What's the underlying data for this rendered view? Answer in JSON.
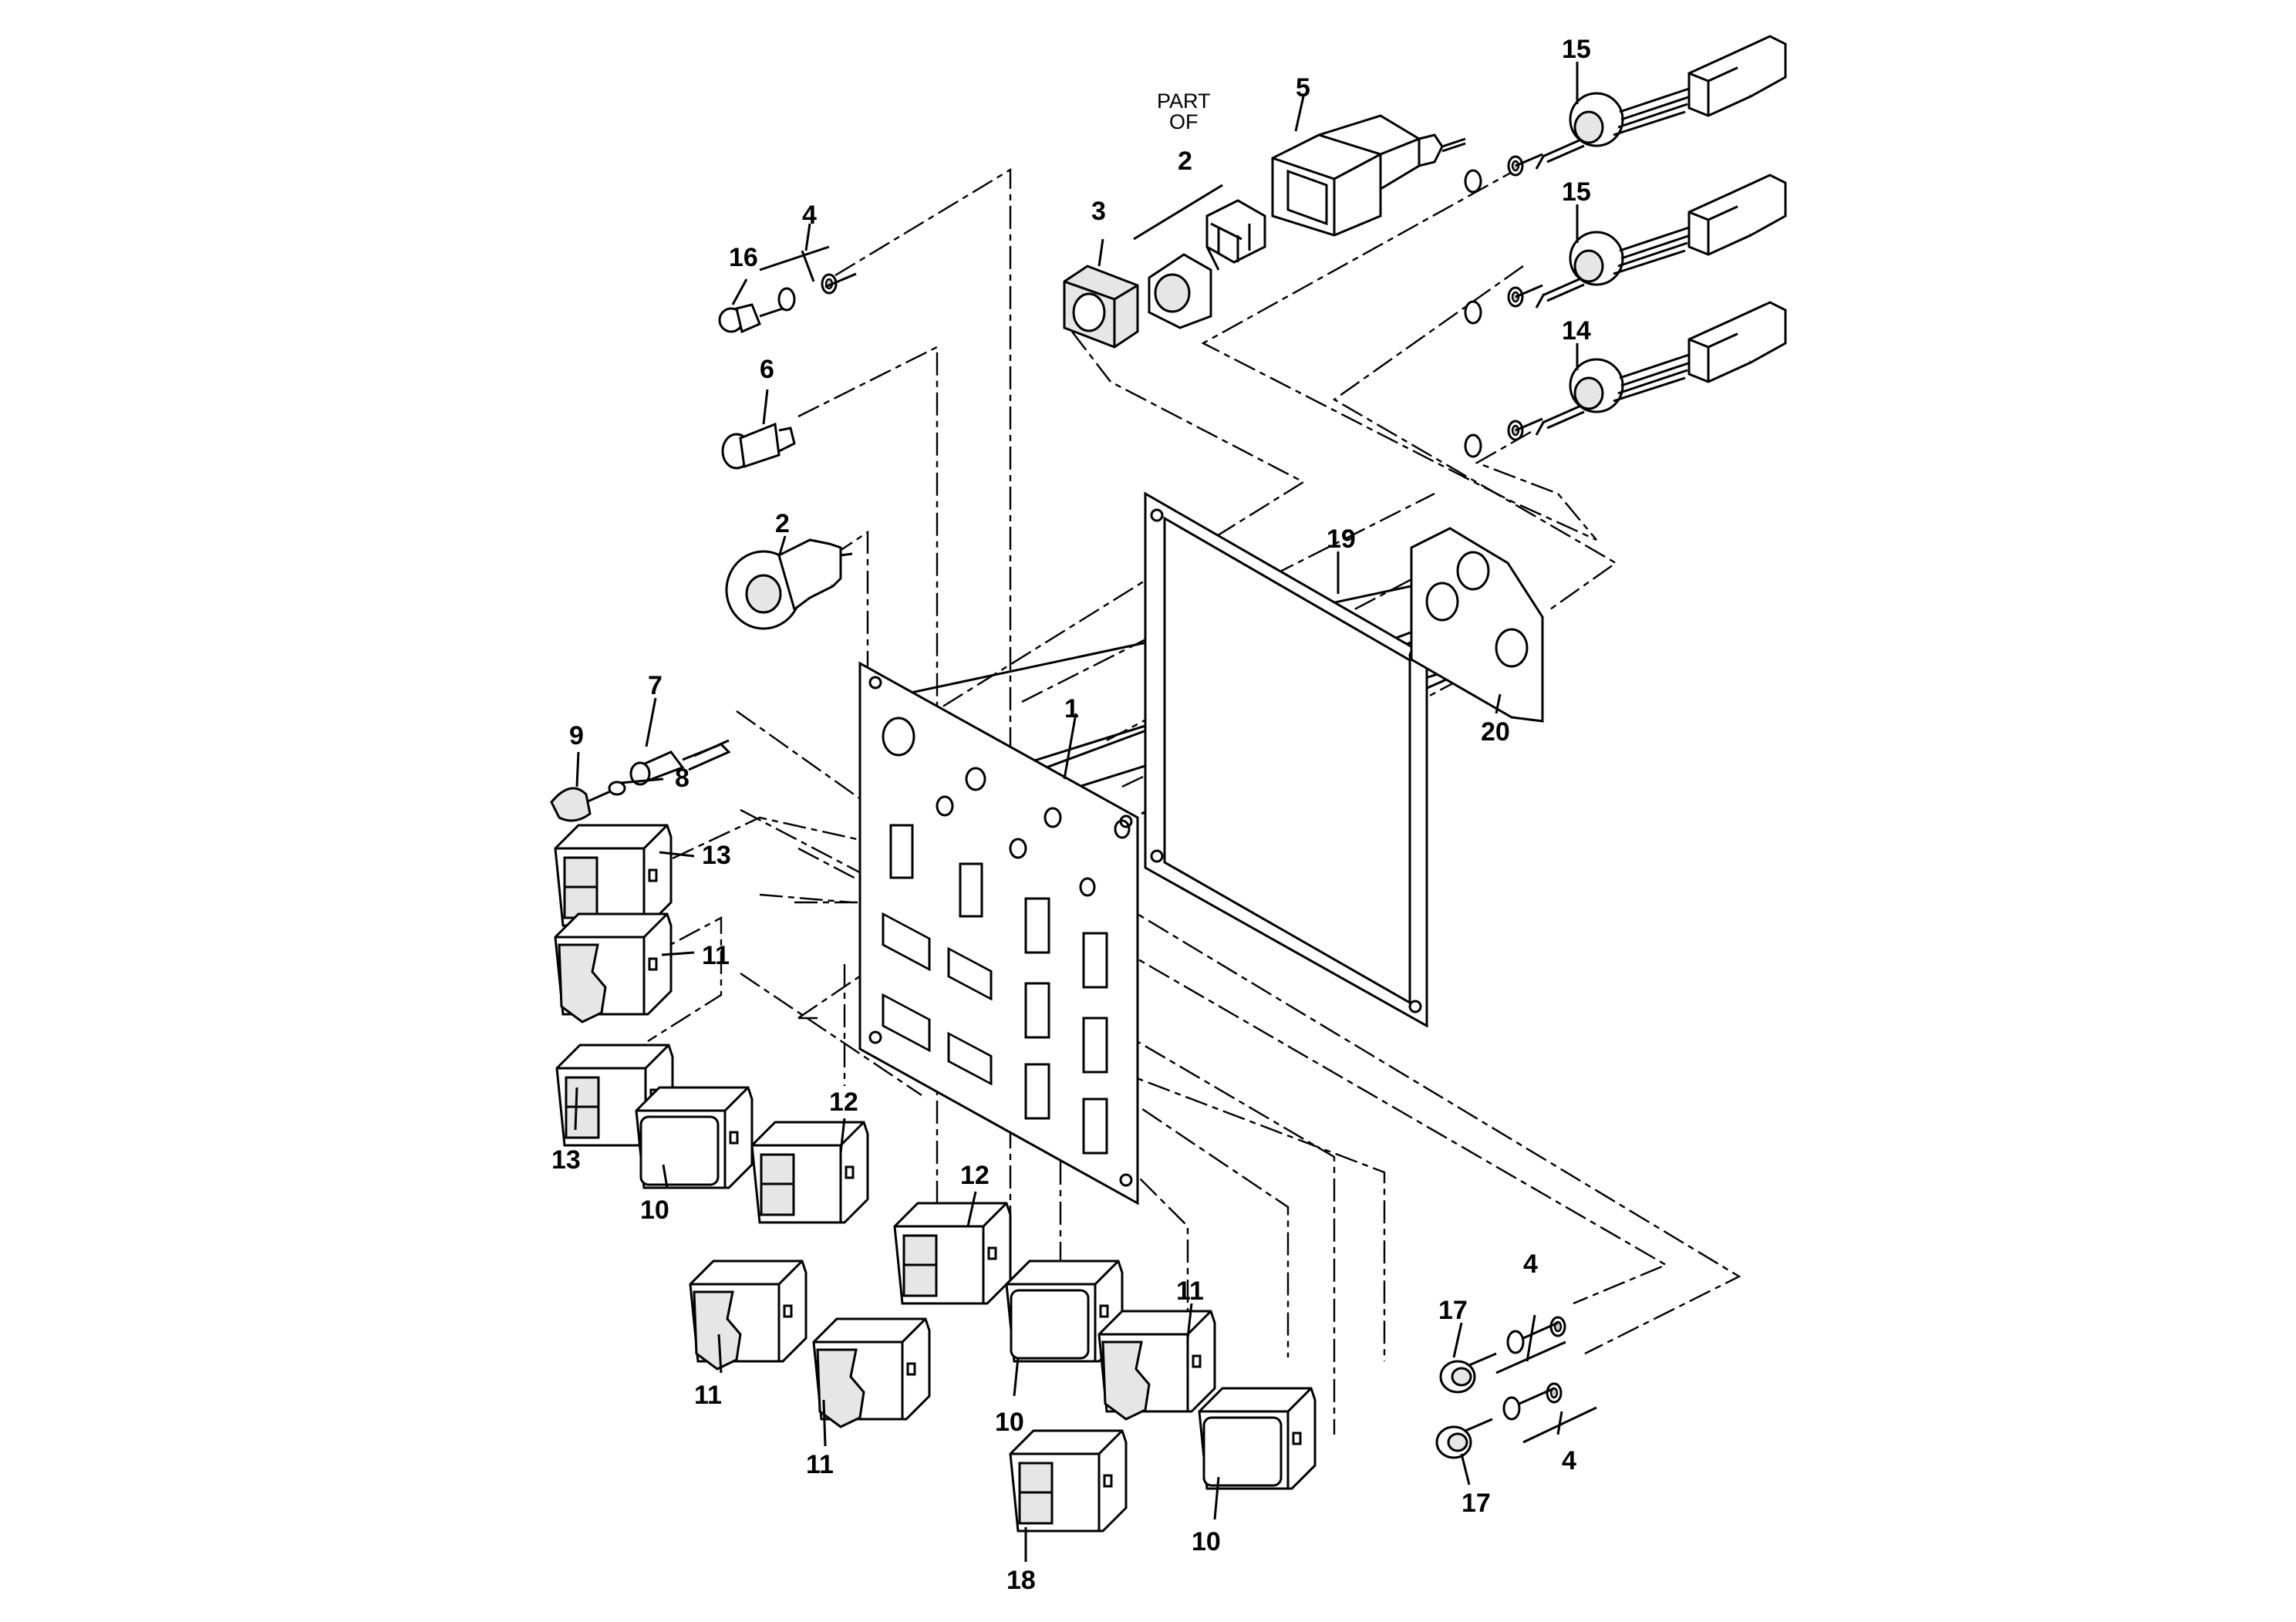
{
  "diagram": {
    "callouts": [
      {
        "id": "c1",
        "label": "1"
      },
      {
        "id": "c2a",
        "label": "2"
      },
      {
        "id": "c2b",
        "label": "2"
      },
      {
        "id": "c3",
        "label": "3"
      },
      {
        "id": "c4a",
        "label": "4"
      },
      {
        "id": "c4b",
        "label": "4"
      },
      {
        "id": "c4c",
        "label": "4"
      },
      {
        "id": "c5",
        "label": "5"
      },
      {
        "id": "c6",
        "label": "6"
      },
      {
        "id": "c7",
        "label": "7"
      },
      {
        "id": "c8",
        "label": "8"
      },
      {
        "id": "c9",
        "label": "9"
      },
      {
        "id": "c10a",
        "label": "10"
      },
      {
        "id": "c10b",
        "label": "10"
      },
      {
        "id": "c10c",
        "label": "10"
      },
      {
        "id": "c11a",
        "label": "11"
      },
      {
        "id": "c11b",
        "label": "11"
      },
      {
        "id": "c11c",
        "label": "11"
      },
      {
        "id": "c11d",
        "label": "11"
      },
      {
        "id": "c12a",
        "label": "12"
      },
      {
        "id": "c12b",
        "label": "12"
      },
      {
        "id": "c13a",
        "label": "13"
      },
      {
        "id": "c13b",
        "label": "13"
      },
      {
        "id": "c14",
        "label": "14"
      },
      {
        "id": "c15a",
        "label": "15"
      },
      {
        "id": "c15b",
        "label": "15"
      },
      {
        "id": "c16",
        "label": "16"
      },
      {
        "id": "c17a",
        "label": "17"
      },
      {
        "id": "c17b",
        "label": "17"
      },
      {
        "id": "c18",
        "label": "18"
      },
      {
        "id": "c19",
        "label": "19"
      },
      {
        "id": "c20",
        "label": "20"
      }
    ],
    "part_of_note": {
      "line1": "PART",
      "line2": "OF"
    }
  }
}
